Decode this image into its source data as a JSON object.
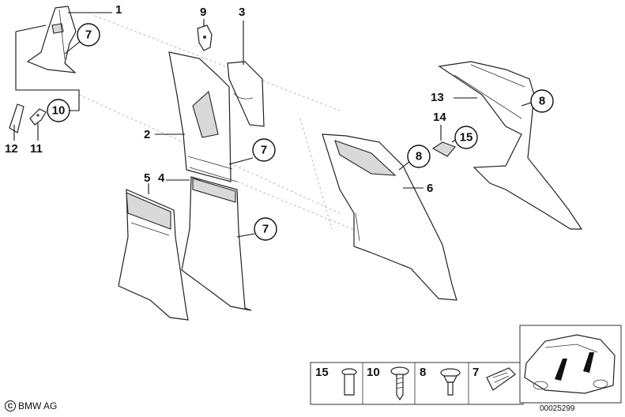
{
  "callouts": {
    "c1": "1",
    "c2": "2",
    "c3": "3",
    "c4": "4",
    "c5": "5",
    "c6": "6",
    "c7a": "7",
    "c7b": "7",
    "c7c": "7",
    "c8a": "8",
    "c8b": "8",
    "c9": "9",
    "c10": "10",
    "c11": "11",
    "c12": "12",
    "c13": "13",
    "c14": "14",
    "c15": "15"
  },
  "legend": {
    "n15": "15",
    "n10": "10",
    "n8": "8",
    "n7": "7"
  },
  "footer": {
    "copyright_symbol": "C",
    "brand": "BMW AG",
    "diagram_id": "00025299"
  }
}
